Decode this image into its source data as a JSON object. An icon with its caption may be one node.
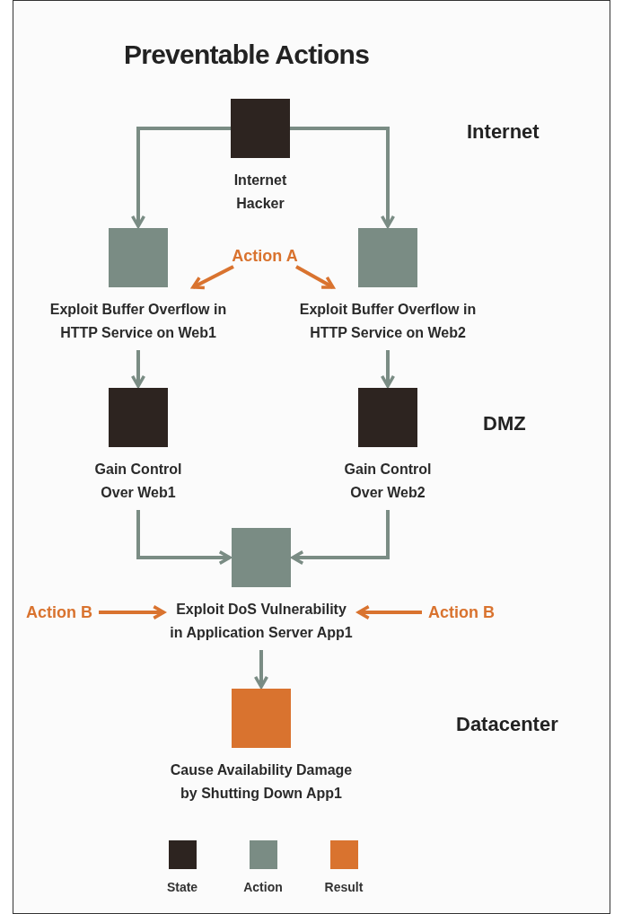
{
  "diagram": {
    "title": "Preventable Actions",
    "nodes": [
      {
        "text": [
          "Internet Hacker"
        ]
      },
      {
        "text": [
          "Exploit Buffer Overflow in HTTP Service on Web1"
        ]
      },
      {
        "text": [
          "Exploit Buffer Overflow in HTTP Service on Web2"
        ]
      },
      {
        "text": [
          "Gain Control Over Web1"
        ]
      },
      {
        "text": [
          "Gain Control Over Web2"
        ]
      },
      {
        "text": [
          "Exploit DoS Vulnerability in Application Server App1"
        ]
      },
      {
        "text": [
          "Cause Availability Damage by Shutting Down App1"
        ]
      },
      {
        "text": [
          "Action A"
        ]
      },
      {
        "text": [
          "Action B"
        ]
      },
      {
        "text": [
          "Action B"
        ]
      }
    ],
    "edges": [
      {
        "from": 0,
        "to": 1,
        "arrow": "to"
      },
      {
        "from": 0,
        "to": 2,
        "arrow": "to"
      },
      {
        "from": 1,
        "to": 3,
        "arrow": "to"
      },
      {
        "from": 2,
        "to": 4,
        "arrow": "to"
      },
      {
        "from": 3,
        "to": 5,
        "arrow": "to"
      },
      {
        "from": 4,
        "to": 5,
        "arrow": "to"
      },
      {
        "from": 5,
        "to": 6,
        "arrow": "to"
      },
      {
        "from": 7,
        "to": 1,
        "arrow": "to",
        "color": "#d9732f"
      },
      {
        "from": 7,
        "to": 2,
        "arrow": "to",
        "color": "#d9732f"
      },
      {
        "from": 8,
        "to": 5,
        "arrow": "to",
        "color": "#d9732f"
      },
      {
        "from": 9,
        "to": 5,
        "arrow": "to",
        "color": "#d9732f"
      }
    ],
    "labels": [
      "Internet",
      "DMZ",
      "Datacenter"
    ],
    "legend": [
      {
        "text": "State",
        "color": "#2d2420"
      },
      {
        "text": "Action",
        "color": "#7a8c84"
      },
      {
        "text": "Result",
        "color": "#d9732f"
      }
    ]
  }
}
